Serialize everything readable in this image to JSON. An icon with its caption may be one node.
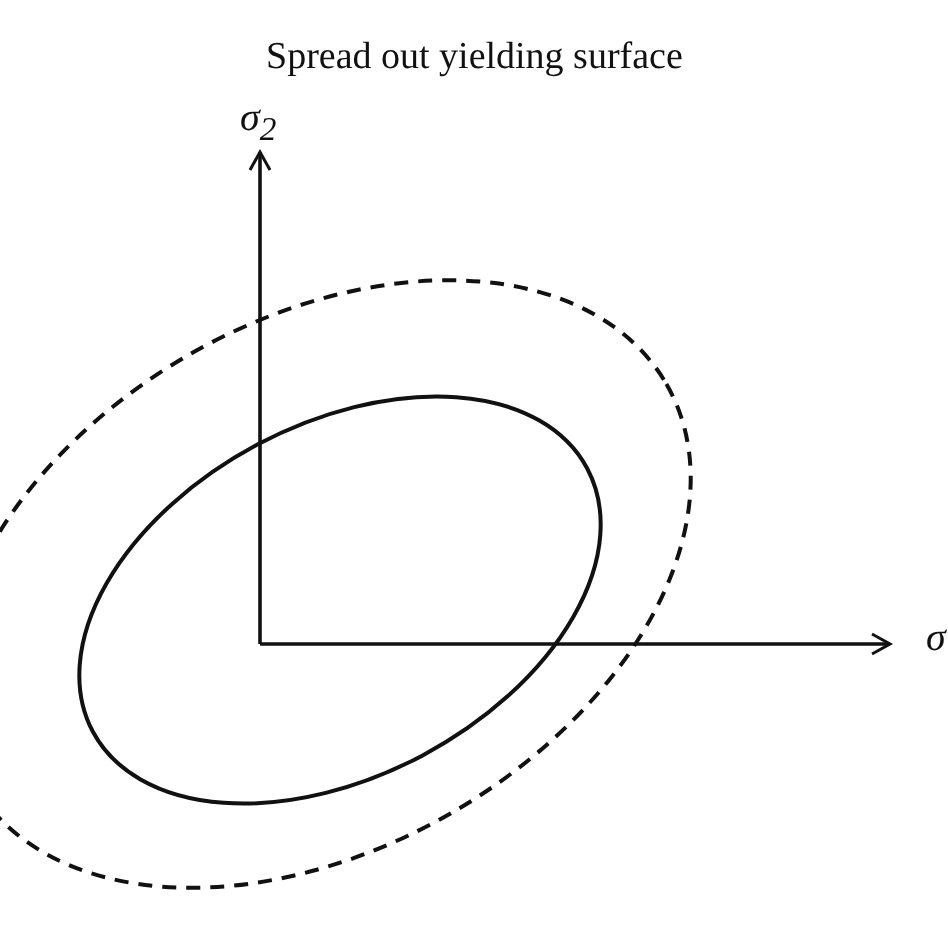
{
  "diagram": {
    "labels": [
      "Spread out yielding surface",
      "σ$_{2}$",
      "σ"
    ]
  }
}
